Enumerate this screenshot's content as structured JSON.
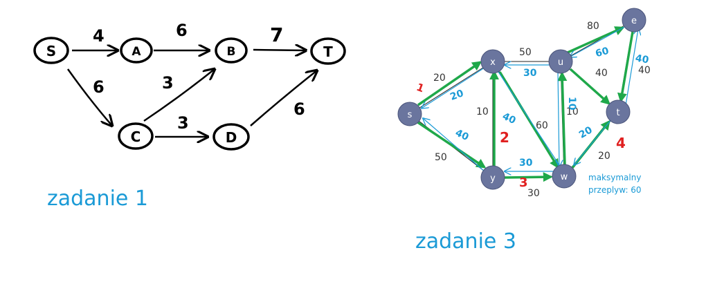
{
  "diagram1": {
    "caption": "zadanie 1",
    "nodes": {
      "S": "S",
      "A": "A",
      "B": "B",
      "T": "T",
      "C": "C",
      "D": "D"
    },
    "edge_labels": {
      "SA": "4",
      "AB": "6",
      "BT": "7",
      "SC": "6",
      "CB": "3",
      "CD": "3",
      "DT": "6"
    }
  },
  "diagram3": {
    "caption": "zadanie 3",
    "nodes": {
      "s": "s",
      "x": "x",
      "u": "u",
      "e": "e",
      "t": "t",
      "y": "y",
      "w": "w"
    },
    "capacities": {
      "sx": "20",
      "sy": "50",
      "xu": "50",
      "ue": "80",
      "ut": "40",
      "et": "40",
      "xy": "10",
      "xw": "60",
      "uw": "10",
      "yw": "30",
      "wt": "20"
    },
    "flows": {
      "xs": "20",
      "ys": "40",
      "ux": "30",
      "eu": "60",
      "te": "40",
      "xy": "40",
      "wu": "10",
      "wy": "30",
      "tw": "20"
    },
    "path_marks": {
      "m1": "1",
      "m2": "2",
      "m3": "3",
      "m4": "4"
    },
    "max_flow_line1": "maksymalny",
    "max_flow_line2": "przeplyw: 60",
    "colors": {
      "node_fill": "#6a759e",
      "green": "#1fa84a",
      "blue": "#1a9ad6",
      "red": "#e02020"
    }
  }
}
